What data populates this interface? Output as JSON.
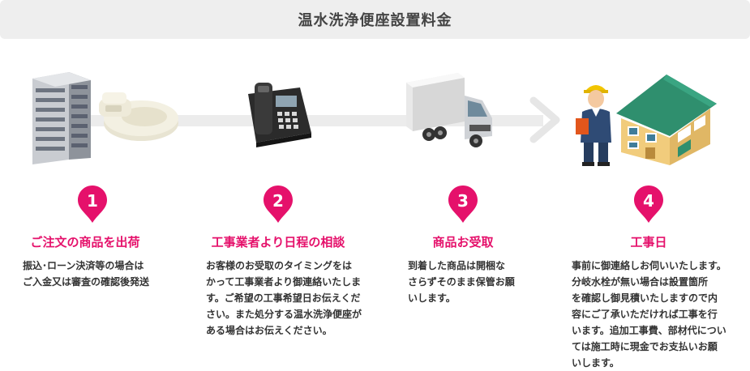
{
  "header": {
    "title": "温水洗浄便座設置料金"
  },
  "steps": [
    {
      "number": "1",
      "title": "ご注文の商品を出荷",
      "desc_lines": [
        "振込･ローン決済等の場合は",
        "ご入金又は審査の確認後発送"
      ]
    },
    {
      "number": "2",
      "title": "工事業者より日程の相談",
      "desc_lines": [
        "お客様のお受取のタイミングをは",
        "かって工事業者より御連絡いたしま",
        "す。ご希望の工事希望日お伝えくだ",
        "さい。また処分する温水洗浄便座が",
        "ある場合はお伝えください。"
      ]
    },
    {
      "number": "3",
      "title": "商品お受取",
      "desc_lines": [
        "到着した商品は開梱な",
        "さらずそのまま保管お願",
        "いします。"
      ]
    },
    {
      "number": "4",
      "title": "工事日",
      "desc_lines": [
        "事前に御連絡しお伺いいたします。",
        "分岐水栓が無い場合は設置箇所",
        "を確認し御見積いたしますので内",
        "容にご了承いただければ工事を行",
        "います。追加工事費、部材代につい",
        "ては施工時に現金でお支払いお願",
        "いします。"
      ]
    }
  ],
  "icons": [
    "building-icon",
    "toilet-seat-icon",
    "phone-icon",
    "truck-icon",
    "worker-icon",
    "house-icon",
    "arrow-right-icon"
  ],
  "colors": {
    "accent": "#e5116b",
    "header_bg": "#eeeeee",
    "flow_line": "#ececec"
  }
}
